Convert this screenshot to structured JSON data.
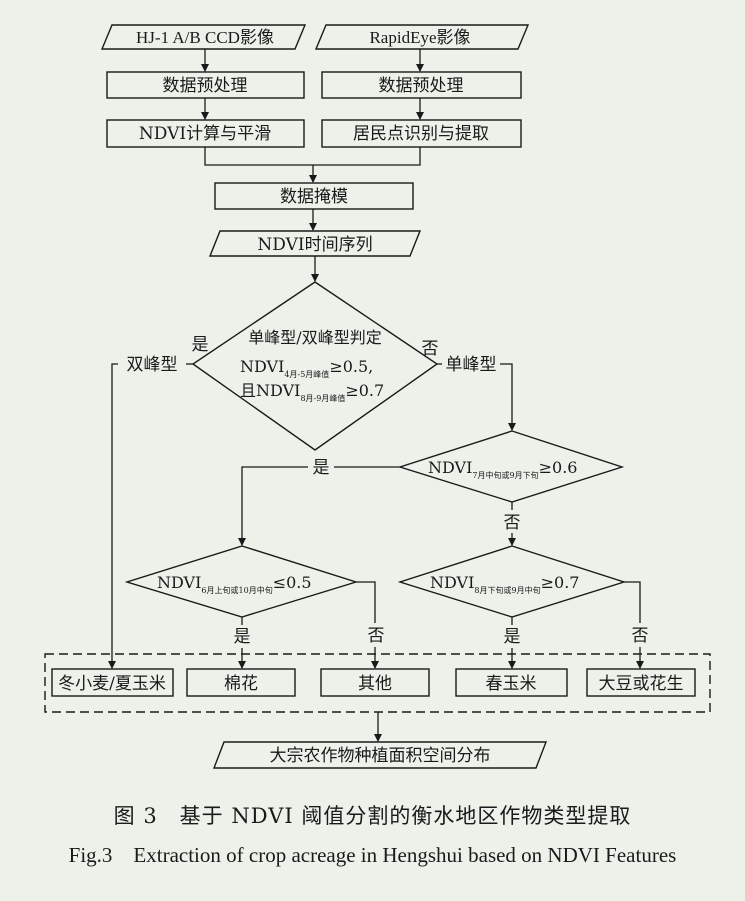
{
  "inputs": {
    "hj1": "HJ-1 A/B CCD影像",
    "rapideye": "RapidEye影像"
  },
  "steps": {
    "preprocess_left": "数据预处理",
    "preprocess_right": "数据预处理",
    "ndvi_calc": "NDVI计算与平滑",
    "settlement": "居民点识别与提取",
    "mask": "数据掩模",
    "ndvi_series": "NDVI时间序列",
    "output": "大宗农作物种植面积空间分布"
  },
  "decision1": {
    "title": "单峰型/双峰型判定",
    "line1_main": "NDVI",
    "line1_sub": "4月-5月峰值",
    "line1_op": "≥0.5,",
    "line2_prefix": "且",
    "line2_main": "NDVI",
    "line2_sub": "8月-9月峰值",
    "line2_op": "≥0.7",
    "yes": "是",
    "no": "否",
    "yes_result": "双峰型",
    "no_result": "单峰型"
  },
  "decision2": {
    "main": "NDVI",
    "sub": "7月中旬或9月下旬",
    "op": "≥0.6",
    "yes": "是",
    "no": "否"
  },
  "decision3": {
    "main": "NDVI",
    "sub": "6月上旬或10月中旬",
    "op": "≤0.5",
    "yes": "是",
    "no": "否"
  },
  "decision4": {
    "main": "NDVI",
    "sub": "8月下旬或9月中旬",
    "op": "≥0.7",
    "yes": "是",
    "no": "否"
  },
  "crops": [
    "冬小麦/夏玉米",
    "棉花",
    "其他",
    "春玉米",
    "大豆或花生"
  ],
  "caption": {
    "cn": "图 3　基于 NDVI 阈值分割的衡水地区作物类型提取",
    "en": "Fig.3　Extraction of crop acreage in Hengshui based on NDVI Features"
  }
}
